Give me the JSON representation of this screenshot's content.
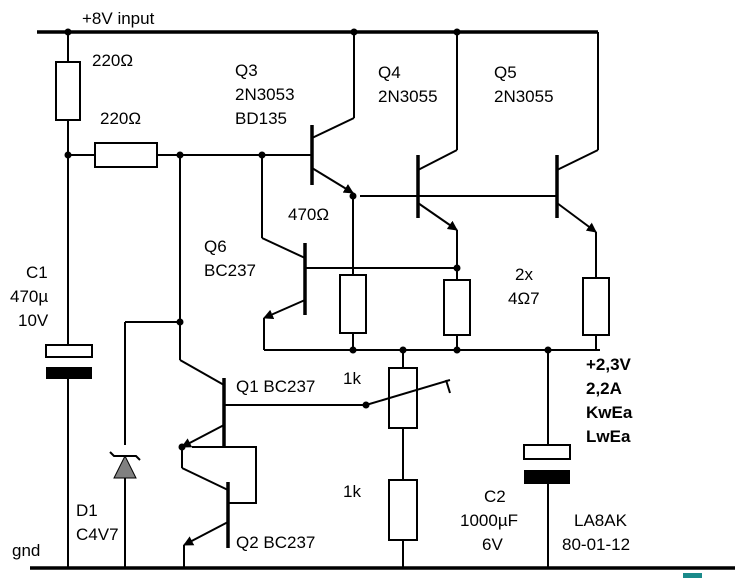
{
  "rails": {
    "top": "+8V input",
    "bottom": "gnd"
  },
  "resistors": {
    "r_top": "220Ω",
    "r_mid": "220Ω",
    "r_emitter": "470Ω",
    "r_power": [
      "2x",
      "4Ω7"
    ],
    "r_pot": "1k",
    "r_bottom": "1k"
  },
  "transistors": {
    "q3": [
      "Q3",
      "2N3053",
      "BD135"
    ],
    "q4": [
      "Q4",
      "2N3055"
    ],
    "q5": [
      "Q5",
      "2N3055"
    ],
    "q6": [
      "Q6",
      "BC237"
    ],
    "q1": "Q1 BC237",
    "q2": "Q2 BC237"
  },
  "capacitors": {
    "c1": [
      "C1",
      "470µ",
      "10V"
    ],
    "c2": [
      "C2",
      "1000µF",
      "6V"
    ]
  },
  "diode": [
    "D1",
    "C4V7"
  ],
  "output": [
    "+2,3V",
    "2,2A",
    "KwEa",
    "LwEa"
  ],
  "author": [
    "LA8AK",
    "80-01-12"
  ],
  "colors": {
    "line": "#000000",
    "zener_fill": "#808080",
    "corner_mark": "#1a8a8a"
  }
}
